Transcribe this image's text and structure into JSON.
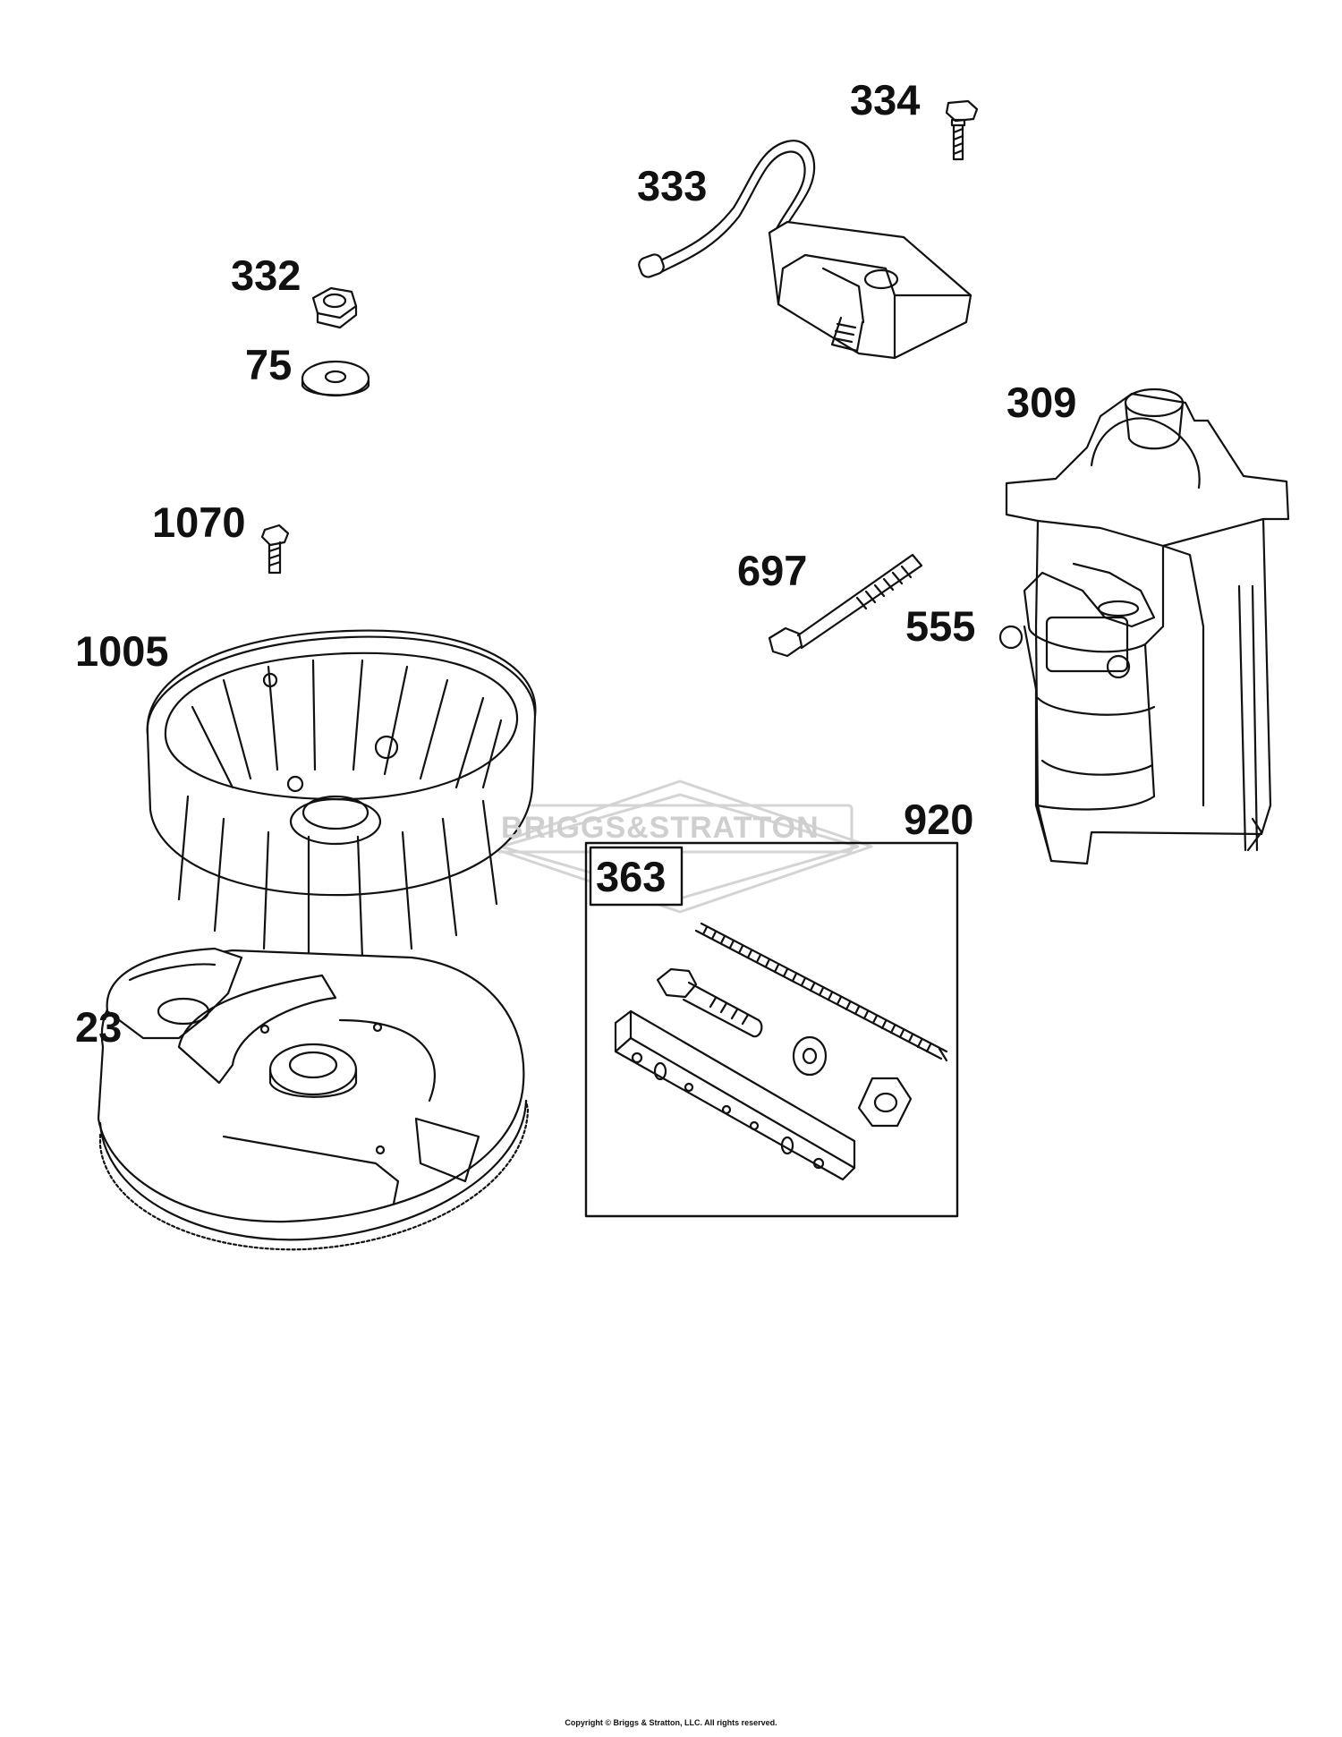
{
  "watermark": "BRIGGS&STRATTON",
  "copyright": "Copyright © Briggs & Stratton, LLC. All rights reserved.",
  "kit": {
    "number": "363"
  },
  "parts": [
    {
      "number": "334"
    },
    {
      "number": "333"
    },
    {
      "number": "332"
    },
    {
      "number": "75"
    },
    {
      "number": "309"
    },
    {
      "number": "1070"
    },
    {
      "number": "697"
    },
    {
      "number": "555"
    },
    {
      "number": "1005"
    },
    {
      "number": "920"
    },
    {
      "number": "23"
    }
  ]
}
